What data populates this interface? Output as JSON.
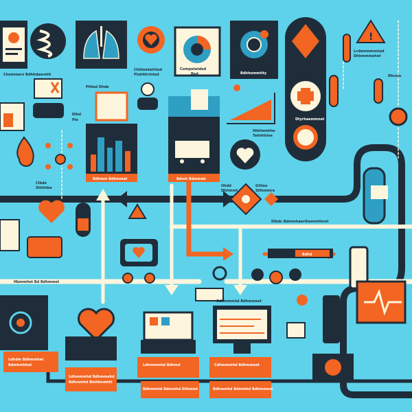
{
  "colors": {
    "background": "#5ed2ea",
    "navy": "#1f2d3a",
    "orange": "#f26522",
    "cream": "#fdf5dc",
    "teal": "#2f9fc4"
  },
  "labels": {
    "top1": "Chemmaro Bdhhdaeretit",
    "top2": "Pitted Dhde",
    "top3a": "Chhteetalrited",
    "top3b": "Piuhhhrinted",
    "top4a": "Computatded",
    "top4b": "Bed",
    "top5": "Bdhhommitty",
    "top6": "Dtyrhaemmnet",
    "top7a": "Lcdemmmnnied",
    "top7b": "Dhhmmmehet",
    "top8": "Dhcom",
    "panel1_caption": "Bdhmm Bdhmmat",
    "panel2_caption": "Bdmh Bdmmeb",
    "side1a": "Dibd",
    "side1b": "Pie",
    "side2a": "Cibde",
    "side2b": "Sthhhbe",
    "mid1a": "Uhdd",
    "mid1b": "Dhhmmt",
    "mid2a": "Gittee",
    "mid2b": "Stthmmre",
    "mid3a": "Hlbitemhhe",
    "mid3b": "Tahhhhine",
    "banner_right": "Dlbdc Bdmmhaerthemmhhret",
    "banner_left": "Hbmmitet Bd Bdhmmet",
    "bar_mid": "Bdhd",
    "bottom1a": "Ldhdm Bdhmmhet",
    "bottom1b": "Bdmhmhhet",
    "bottom2a": "Ldhmmmhd Bdhmmehd",
    "bottom2b": "Bdhmmhd Bmhhnmhtt",
    "bottom3a": "Ldhmmmhd Bdhmd",
    "bottom3b": "Bdhmmhd Bdmmhd Ehhmiet",
    "bottom4a": "Cdhmmmhd Bdhmmeet",
    "bottom4b": "Bdhmmhd Bdmmhd Bdhmmeet",
    "bottom5": "Cdhmmmhd Bdhmmeet"
  }
}
